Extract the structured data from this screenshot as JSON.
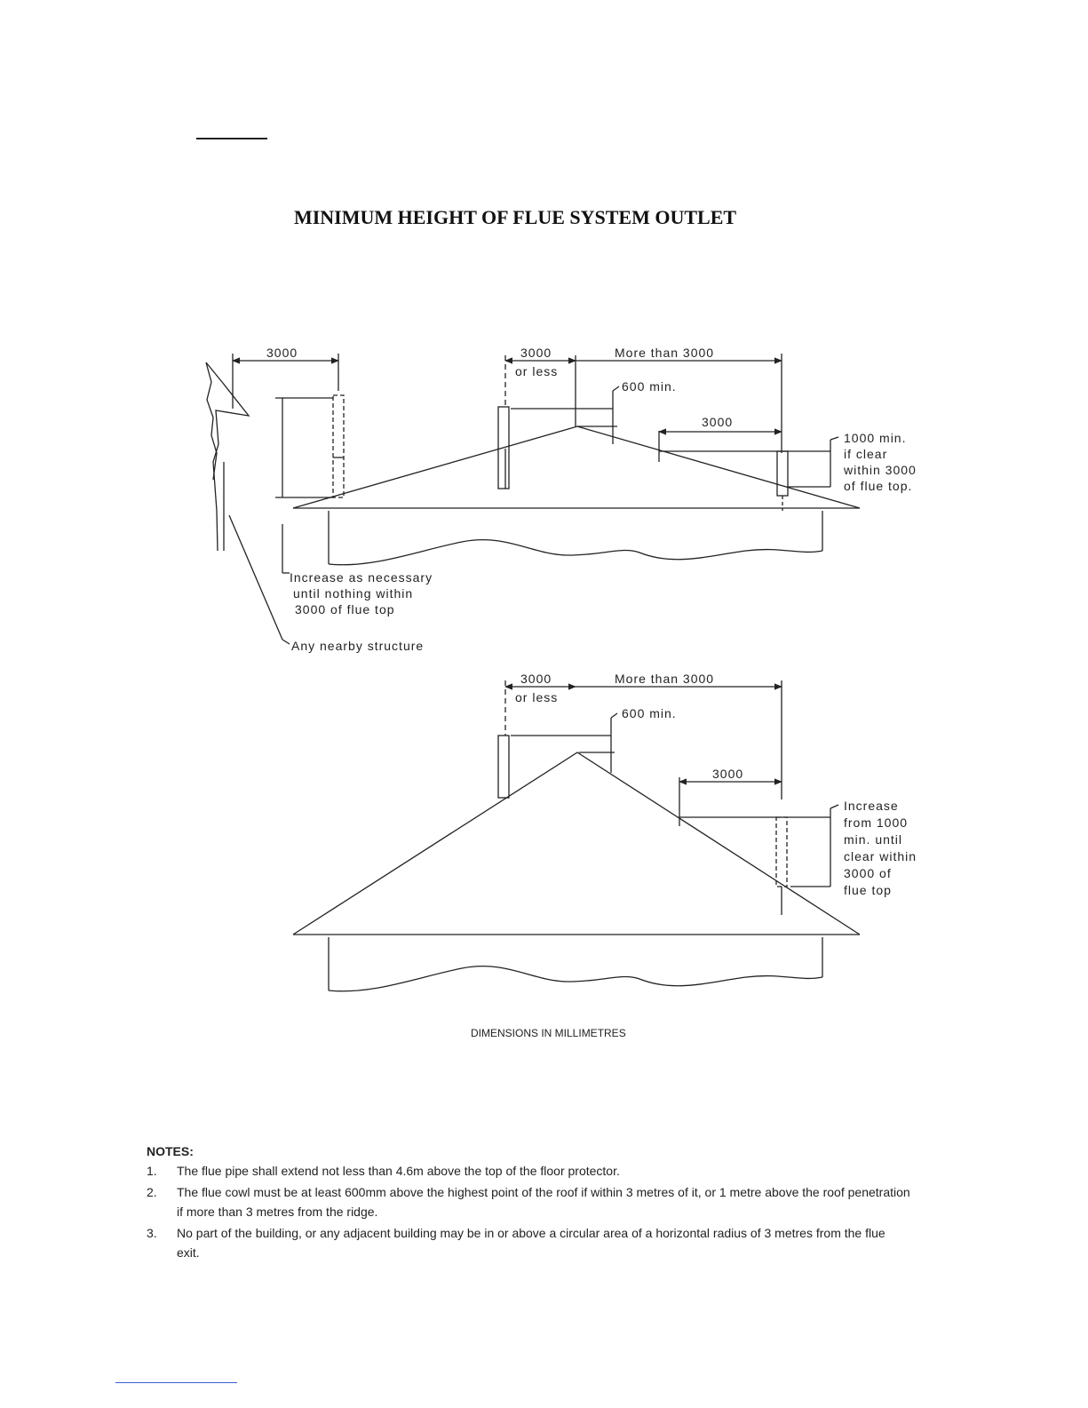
{
  "title": "MINIMUM HEIGHT OF FLUE SYSTEM OUTLET",
  "diagram_top": {
    "dim_3000_left": "3000",
    "dim_3000_center": "3000",
    "or_less": "or less",
    "more_than_3000": "More than 3000",
    "min_600": "600 min.",
    "dim_3000_slope": "3000",
    "note_1000": [
      "1000 min.",
      "if clear",
      "within 3000",
      "of flue top."
    ],
    "increase_note": [
      "Increase as necessary",
      "until nothing within",
      "3000 of flue top"
    ],
    "nearby_structure": "Any nearby structure"
  },
  "diagram_bottom": {
    "dim_3000_center": "3000",
    "or_less": "or less",
    "more_than_3000": "More than 3000",
    "min_600": "600 min.",
    "dim_3000_slope": "3000",
    "increase_note": [
      "Increase",
      "from 1000",
      "min. until",
      "clear within",
      "3000 of",
      "flue top"
    ]
  },
  "dimensions_note": "DIMENSIONS IN MILLIMETRES",
  "notes": {
    "heading": "NOTES:",
    "items": [
      {
        "num": "1.",
        "text": "The flue pipe shall extend not less than 4.6m above the top of the floor protector."
      },
      {
        "num": "2.",
        "text": "The flue cowl must be at least 600mm above the highest point of the roof if within 3 metres of it, or 1 metre above the roof penetration if more than 3 metres from the ridge."
      },
      {
        "num": "3.",
        "text": "No part of the building, or any adjacent building may be in or above a circular area of a horizontal radius of 3 metres from the flue exit."
      }
    ]
  }
}
